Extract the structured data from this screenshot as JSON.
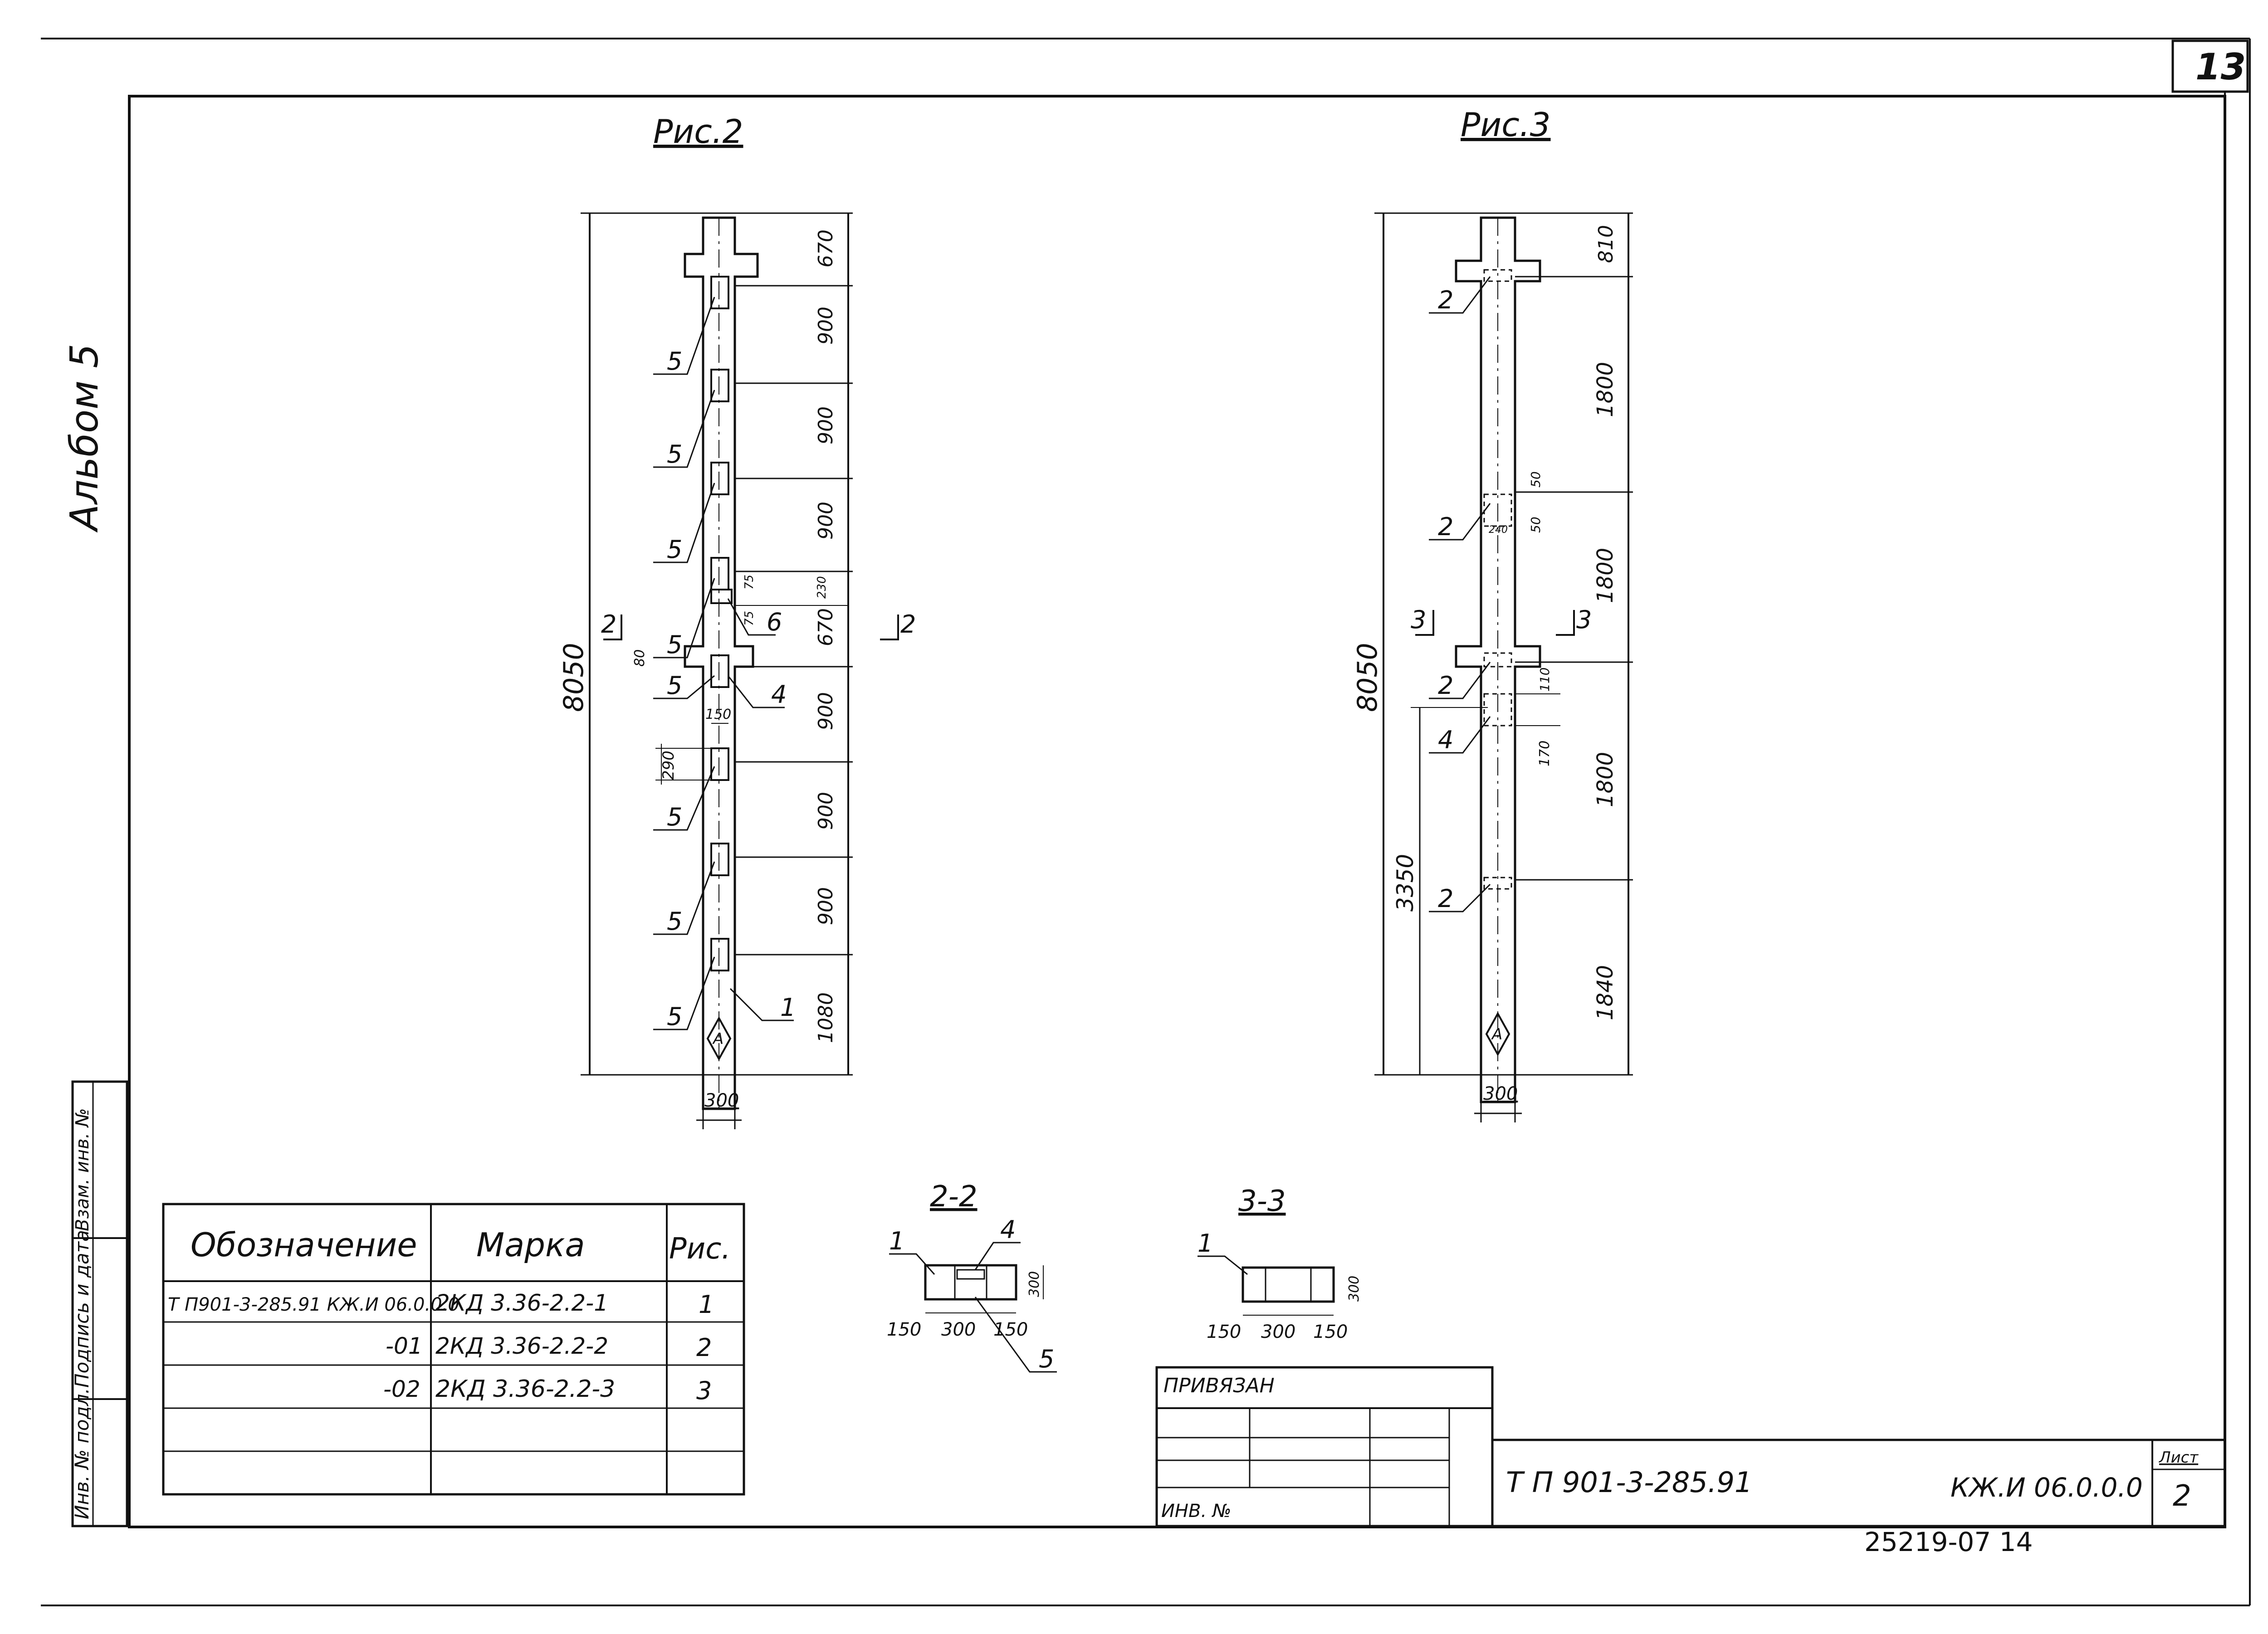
{
  "sheet_number": "13",
  "album": "Альбом 5",
  "left_strip": [
    "Инв. № подл.",
    "Подпись и дата",
    "Взам. инв. №"
  ],
  "fig2": {
    "title": "Рис.2",
    "total_height": "8050",
    "width_label": "300",
    "segments": [
      "670",
      "900",
      "900",
      "900",
      "670",
      "900",
      "900",
      "900",
      "1080"
    ],
    "small_dims": [
      "75",
      "230",
      "75"
    ],
    "dim_80": "80",
    "dim_150": "150",
    "dim_290": "290",
    "part_labels": [
      "5",
      "5",
      "5",
      "5",
      "5",
      "5",
      "5",
      "5",
      "6",
      "4",
      "1"
    ],
    "section_marks": [
      "2",
      "2"
    ],
    "mark_a": "А"
  },
  "fig3": {
    "title": "Рис.3",
    "total_height": "8050",
    "width_label": "300",
    "segments": [
      "810",
      "1800",
      "1800",
      "1800",
      "1840"
    ],
    "dims_small": [
      "50",
      "50",
      "240",
      "110",
      "170"
    ],
    "dim_3350": "3350",
    "part_labels": [
      "2",
      "2",
      "2",
      "4",
      "2"
    ],
    "section_marks": [
      "3",
      "3"
    ],
    "mark_a": "А"
  },
  "sec22": {
    "title": "2-2",
    "labels": [
      "1",
      "4",
      "5"
    ],
    "dims": [
      "150",
      "300",
      "150",
      "300"
    ]
  },
  "sec33": {
    "title": "3-3",
    "labels": [
      "1"
    ],
    "dims": [
      "150",
      "300",
      "150",
      "300"
    ]
  },
  "spec_table": {
    "headers": [
      "Обозначение",
      "Марка",
      "Рис."
    ],
    "rows": [
      [
        "Т П901-3-285.91 КЖ.И 06.0.0.0",
        "2КД 3.36-2.2-1",
        "1"
      ],
      [
        "-01",
        "2КД 3.36-2.2-2",
        "2"
      ],
      [
        "-02",
        "2КД 3.36-2.2-3",
        "3"
      ],
      [
        "",
        "",
        ""
      ],
      [
        "",
        "",
        ""
      ]
    ]
  },
  "stamp": {
    "privyazan": "ПРИВЯЗАН",
    "inv_no": "ИНВ. №",
    "code": "Т П   901-3-285.91",
    "mark": "КЖ.И 06.0.0.0",
    "list_label": "Лист",
    "list_no": "2"
  },
  "footer_number": "25219-07  14"
}
